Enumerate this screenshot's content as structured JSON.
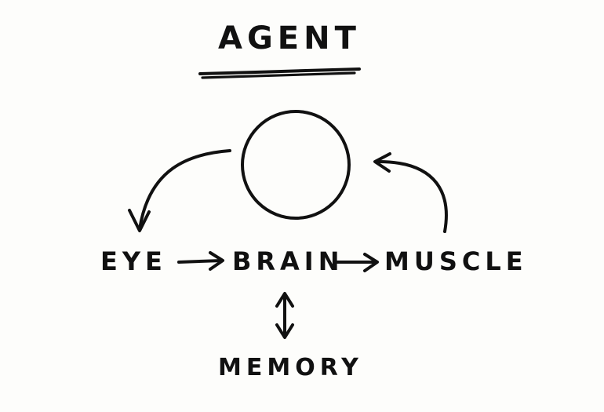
{
  "diagram": {
    "title": "AGENT",
    "nodes": {
      "eye": "EYE",
      "brain": "BRAIN",
      "muscle": "MUSCLE",
      "memory": "MEMORY"
    },
    "edges": [
      {
        "from": "environment",
        "to": "eye",
        "style": "curved-arrow"
      },
      {
        "from": "eye",
        "to": "brain",
        "style": "arrow"
      },
      {
        "from": "brain",
        "to": "muscle",
        "style": "arrow"
      },
      {
        "from": "muscle",
        "to": "environment",
        "style": "curved-arrow"
      },
      {
        "from": "brain",
        "to": "memory",
        "style": "double-arrow"
      }
    ],
    "ink_color": "#111111",
    "paper_color": "#fdfdfb"
  }
}
